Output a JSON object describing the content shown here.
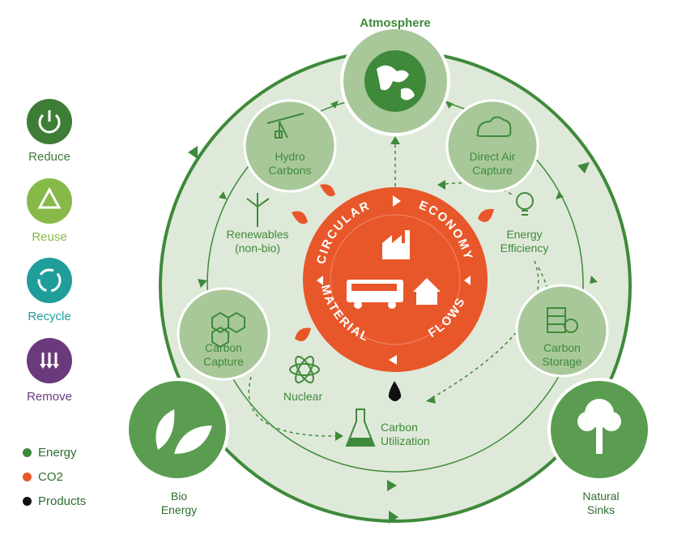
{
  "legend": {
    "reduce": {
      "label": "Reduce",
      "color": "#3e7d36"
    },
    "reuse": {
      "label": "Reuse",
      "color": "#86b948"
    },
    "recycle": {
      "label": "Recycle",
      "color": "#1f9d9a"
    },
    "remove": {
      "label": "Remove",
      "color": "#6b3a7c"
    }
  },
  "key": [
    {
      "label": "Energy",
      "color": "#3e8a3a"
    },
    {
      "label": "CO2",
      "color": "#e8572a"
    },
    {
      "label": "Products",
      "color": "#111111"
    }
  ],
  "nodes": {
    "atmosphere": "Atmosphere",
    "hydro": "Hydro\nCarbons",
    "direct_air": "Direct Air\nCapture",
    "renewables": "Renewables\n(non-bio)",
    "energy_eff": "Energy\nEfficiency",
    "carbon_capture": "Carbon\nCapture",
    "carbon_storage": "Carbon\nStorage",
    "nuclear": "Nuclear",
    "carbon_util": "Carbon\nUtilization",
    "bio": "Bio\nEnergy",
    "sinks": "Natural\nSinks"
  },
  "center": {
    "circular": "CIRCULAR",
    "economy": "ECONOMY",
    "flows": "FLOWS",
    "material": "MATERIAL"
  },
  "colors": {
    "outer_ring": "#dfe9d9",
    "node": "#a9c89a",
    "node_dark": "#5a9d51",
    "orange": "#e8572a",
    "arrow": "#3e8a3a"
  }
}
